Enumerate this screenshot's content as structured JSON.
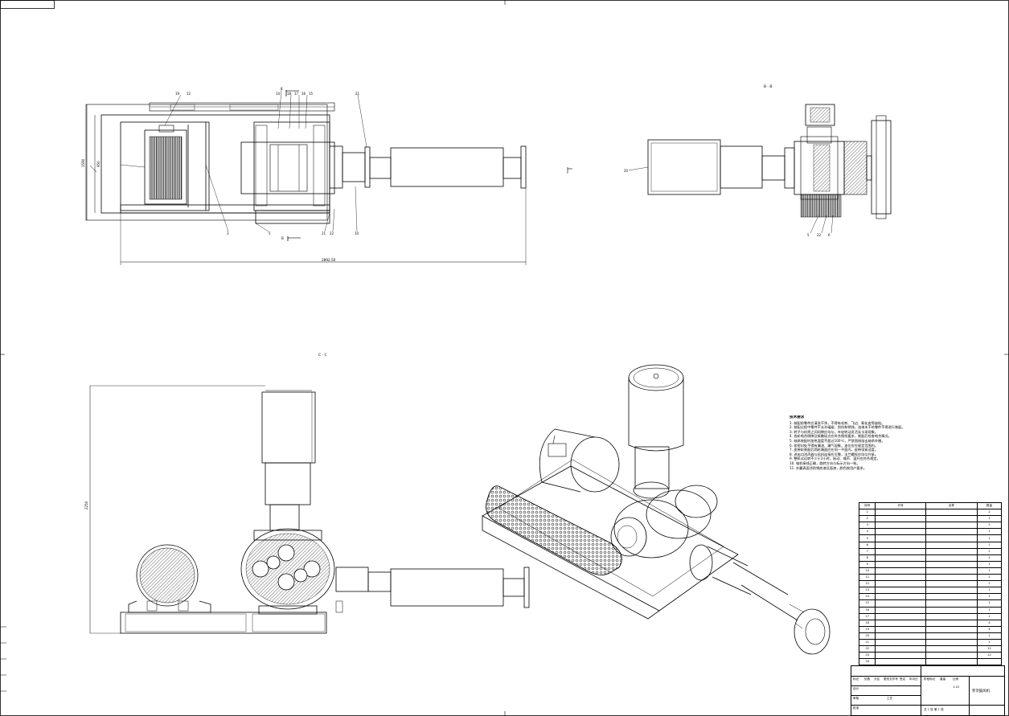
{
  "views": {
    "section_b": "B - B",
    "section_c": "C - C",
    "top_label_b": "B"
  },
  "dimensions": {
    "overall_length": "2892.50",
    "height_left": "1590",
    "height_left_inner": "950",
    "height_front": "2250"
  },
  "balloons": {
    "top": [
      "19",
      "12",
      "8",
      "14",
      "18",
      "17",
      "16",
      "15",
      "21"
    ],
    "bottom": [
      "3",
      "5",
      "21",
      "22",
      "10"
    ],
    "side_b": [
      "20",
      "5",
      "22",
      "6"
    ]
  },
  "notes": {
    "title": "技术要求",
    "lines": [
      "1. 装配前零件应清洗干净，不得有毛刺、飞边、氧化皮等缺陷。",
      "2. 装配过程中零件不允许磕碰、划伤和锈蚀，油漆未干的零件不得进行装配。",
      "3. 转子与机壳之间间隙应均匀，叶轮转动灵活无卡滞现象。",
      "4. 齿轮啮合侧隙及接触斑点应符合图纸要求，装配后检查啮合情况。",
      "5. 轴承装配时加热温度不超过100℃，严禁直接敲击轴承外圈。",
      "6. 各密封处不得有漏油、漏气现象，油位应在规定范围内。",
      "7. 皮带轮装配后两轮端面应在同一平面内，皮带张紧适度。",
      "8. 进出口消声器与风机连接应可靠，法兰螺栓应均匀拧紧。",
      "9. 整机试运转不少于2小时，振动、噪声、温升应符合规定。",
      "10. 电机接线正确，旋转方向与标示方向一致。",
      "11. 外露表面涂防锈底漆及面漆，颜色按用户要求。"
    ]
  },
  "bom": {
    "headers": [
      "序号",
      "代号",
      "名称",
      "数量"
    ],
    "rows": [
      [
        "1",
        "",
        "",
        "2"
      ],
      [
        "2",
        "",
        "",
        "1"
      ],
      [
        "3",
        "",
        "",
        "2"
      ],
      [
        "4",
        "",
        "",
        "1"
      ],
      [
        "5",
        "",
        "",
        "1"
      ],
      [
        "6",
        "",
        "",
        "1"
      ],
      [
        "7",
        "",
        "",
        "1"
      ],
      [
        "8",
        "",
        "",
        "2"
      ],
      [
        "9",
        "",
        "",
        "1"
      ],
      [
        "10",
        "",
        "",
        "1"
      ],
      [
        "11",
        "",
        "",
        "1"
      ],
      [
        "12",
        "",
        "",
        "1"
      ],
      [
        "13",
        "",
        "",
        "1"
      ],
      [
        "14",
        "",
        "",
        "1"
      ],
      [
        "15",
        "",
        "",
        "1"
      ],
      [
        "16",
        "",
        "",
        "1"
      ],
      [
        "17",
        "",
        "",
        "1"
      ],
      [
        "18",
        "",
        "",
        "4"
      ],
      [
        "19",
        "",
        "",
        "4"
      ],
      [
        "20",
        "",
        "",
        "1"
      ],
      [
        "21",
        "",
        "",
        "1"
      ],
      [
        "22",
        "",
        "",
        "12"
      ],
      [
        "23",
        "",
        "",
        "12"
      ],
      [
        "24",
        "",
        "",
        ""
      ]
    ]
  },
  "title_block": {
    "drawing_name": "罗茨鼓风机",
    "scale": "1:10",
    "sheet": "共 1 张  第 1 张",
    "design": "设计",
    "check": "审核",
    "process": "工艺",
    "approve": "批准",
    "mark": "标记",
    "count": "处数",
    "zone": "分区",
    "doc": "更改文件号",
    "sign": "签名",
    "date": "年月日",
    "stage": "阶段标记",
    "weight": "重量",
    "ratio": "比例"
  }
}
